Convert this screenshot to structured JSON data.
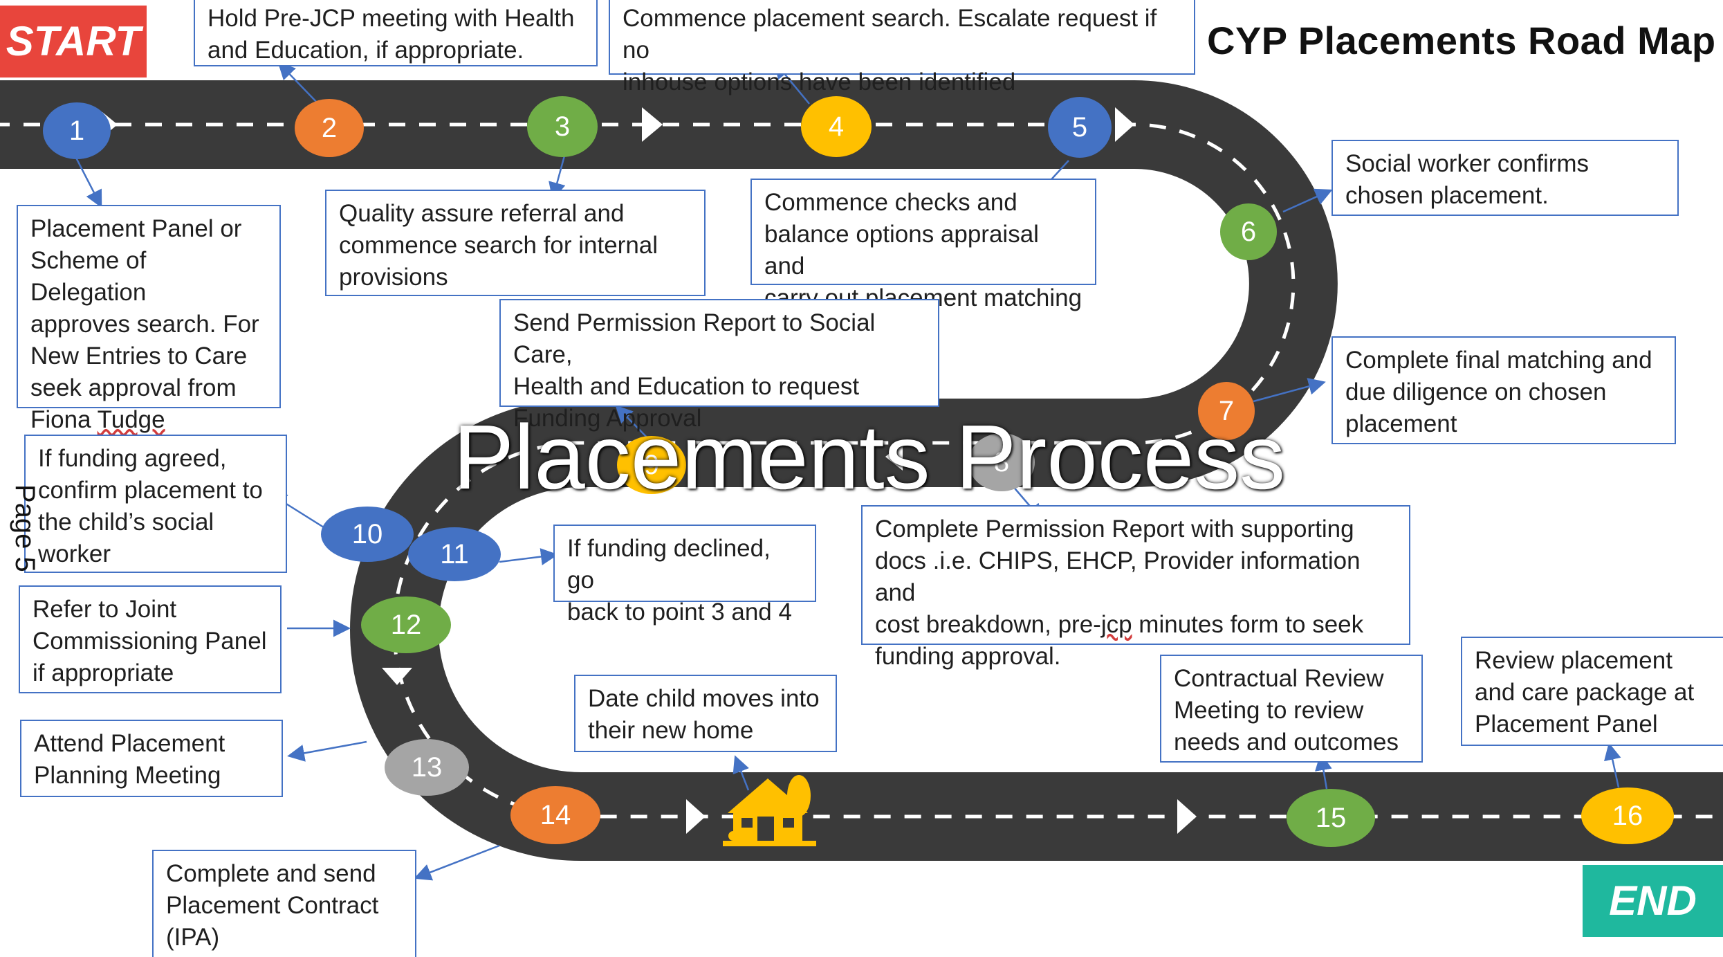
{
  "title": "CYP Placements Road Map",
  "start_label": "START",
  "end_label": "END",
  "watermark": "Placements Process",
  "page_label": "Page 5",
  "colors": {
    "road": "#3a3a3a",
    "road_dash": "#ffffff",
    "box_border": "#4472c4",
    "arrow": "#4472c4",
    "blue": "#4472c4",
    "orange": "#ed7d31",
    "green": "#70ad47",
    "yellow": "#ffc000",
    "grey": "#a5a5a5",
    "start": "#e8453c",
    "end": "#1fb89e"
  },
  "steps": [
    {
      "n": "1",
      "color": "blue"
    },
    {
      "n": "2",
      "color": "orange"
    },
    {
      "n": "3",
      "color": "green"
    },
    {
      "n": "4",
      "color": "yellow"
    },
    {
      "n": "5",
      "color": "blue"
    },
    {
      "n": "6",
      "color": "green"
    },
    {
      "n": "7",
      "color": "orange"
    },
    {
      "n": "8",
      "color": "grey"
    },
    {
      "n": "9",
      "color": "yellow"
    },
    {
      "n": "10",
      "color": "blue"
    },
    {
      "n": "11",
      "color": "blue"
    },
    {
      "n": "12",
      "color": "green"
    },
    {
      "n": "13",
      "color": "grey"
    },
    {
      "n": "14",
      "color": "orange"
    },
    {
      "n": "15",
      "color": "green"
    },
    {
      "n": "16",
      "color": "yellow"
    }
  ],
  "boxes": {
    "b1": "Placement Panel or\nScheme of Delegation\napproves search. For\nNew Entries to Care\nseek approval from\nFiona Tudge",
    "b2": "Hold Pre-JCP meeting with Health\nand Education,  if appropriate.",
    "b3": "Quality assure referral and\ncommence search for internal\nprovisions",
    "b4": "Commence placement search. Escalate request if no\ninhouse options have been identified",
    "b5": "Commence checks and\nbalance options appraisal and\ncarry out placement matching",
    "b6": "Social worker confirms\nchosen placement.",
    "b7": "Complete final matching and\ndue diligence on chosen\nplacement",
    "b8": "Complete Permission Report with supporting\ndocs .i.e. CHIPS, EHCP, Provider information and\ncost breakdown, pre-jcp minutes form to seek\nfunding approval.",
    "b9": "Send Permission Report to Social Care,\nHealth and Education to request\nFunding Approval",
    "b10": "If funding agreed,\nconfirm placement to\nthe child’s social\nworker",
    "b11": "If funding declined, go\nback to point 3 and 4",
    "b12": "Refer to Joint\nCommissioning Panel\nif appropriate",
    "b13": "Attend Placement\nPlanning Meeting",
    "b14": "Complete and send\nPlacement Contract\n(IPA)",
    "b15": "Contractual Review\nMeeting to review\nneeds and outcomes",
    "b16": "Review placement\nand care package at\nPlacement Panel",
    "b_home": "Date child moves into\ntheir new home"
  }
}
